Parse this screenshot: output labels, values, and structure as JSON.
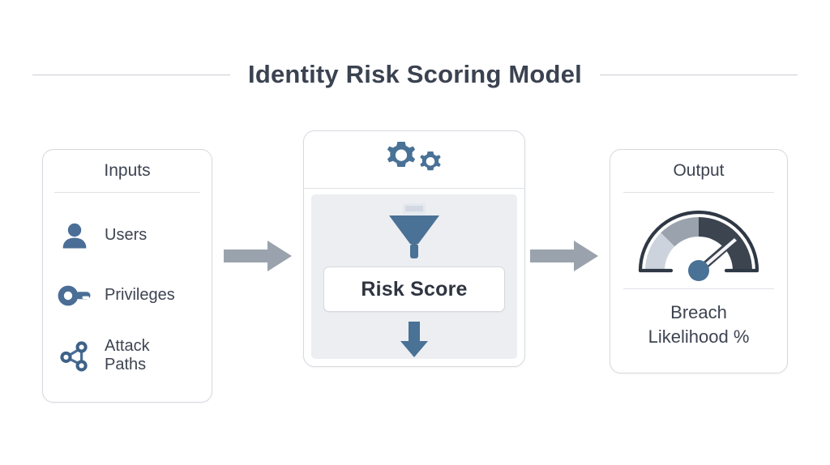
{
  "title": "Identity Risk Scoring Model",
  "colors": {
    "background": "#ffffff",
    "title_text": "#3b4250",
    "panel_border": "#d6d9de",
    "divider": "#dfe2e6",
    "icon_blue": "#4a6e96",
    "arrow_gray": "#9aa3ad",
    "engine_body": "#eceef1",
    "gauge_light": "#cdd3dc",
    "gauge_mid": "#9aa3ad",
    "gauge_dark": "#3c4450",
    "gauge_needle_hub": "#4a7196"
  },
  "inputs_panel": {
    "heading": "Inputs",
    "items": [
      {
        "label": "Users",
        "icon": "user-icon"
      },
      {
        "label": "Privileges",
        "icon": "key-icon"
      },
      {
        "label": "Attack Paths",
        "icon": "attack-paths-icon"
      }
    ]
  },
  "engine_panel": {
    "header_icon": "gears-icon",
    "funnel_icon": "funnel-icon",
    "score_label": "Risk Score",
    "flow_icon": "down-arrow-icon"
  },
  "output_panel": {
    "heading": "Output",
    "gauge_icon": "gauge-icon",
    "caption_line_1": "Breach",
    "caption_line_2": "Likelihood %"
  },
  "connectors": [
    {
      "name": "inputs-to-engine",
      "icon": "right-arrow-icon"
    },
    {
      "name": "engine-to-output",
      "icon": "right-arrow-icon"
    }
  ]
}
